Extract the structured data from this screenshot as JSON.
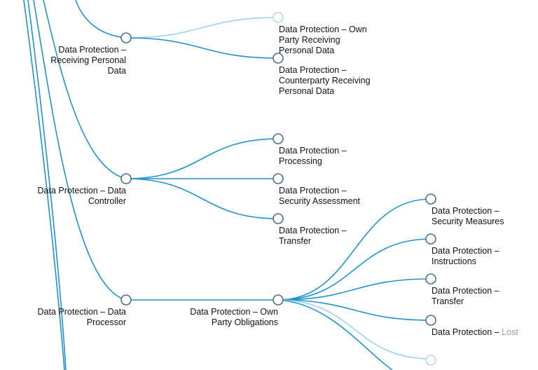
{
  "tree": {
    "nodes": [
      {
        "id": "receiving",
        "lines": [
          "Data Protection –",
          "Receiving Personal",
          "Data"
        ]
      },
      {
        "id": "own-party-receiving",
        "lines": [
          "Data Protection – Own",
          "Party Receiving",
          "Personal Data"
        ]
      },
      {
        "id": "counterparty-receiving",
        "lines": [
          "Data Protection –",
          "Counterparty Receiving",
          "Personal Data"
        ]
      },
      {
        "id": "controller",
        "lines": [
          "Data Protection – Data",
          "Controller"
        ]
      },
      {
        "id": "processing",
        "lines": [
          "Data Protection –",
          "Processing"
        ]
      },
      {
        "id": "security-assessment",
        "lines": [
          "Data Protection –",
          "Security Assessment"
        ]
      },
      {
        "id": "transfer-controller",
        "lines": [
          "Data Protection –",
          "Transfer"
        ]
      },
      {
        "id": "processor",
        "lines": [
          "Data Protection – Data",
          "Processor"
        ]
      },
      {
        "id": "own-party-obligations",
        "lines": [
          "Data Protection – Own",
          "Party Obligations"
        ]
      },
      {
        "id": "security-measures",
        "lines": [
          "Data Protection –",
          "Security Measures"
        ]
      },
      {
        "id": "instructions",
        "lines": [
          "Data Protection –",
          "Instructions"
        ]
      },
      {
        "id": "transfer-processor",
        "lines": [
          "Data Protection –",
          "Transfer"
        ]
      },
      {
        "id": "lost",
        "lines": [
          "Data Protection – Lost"
        ]
      }
    ]
  }
}
